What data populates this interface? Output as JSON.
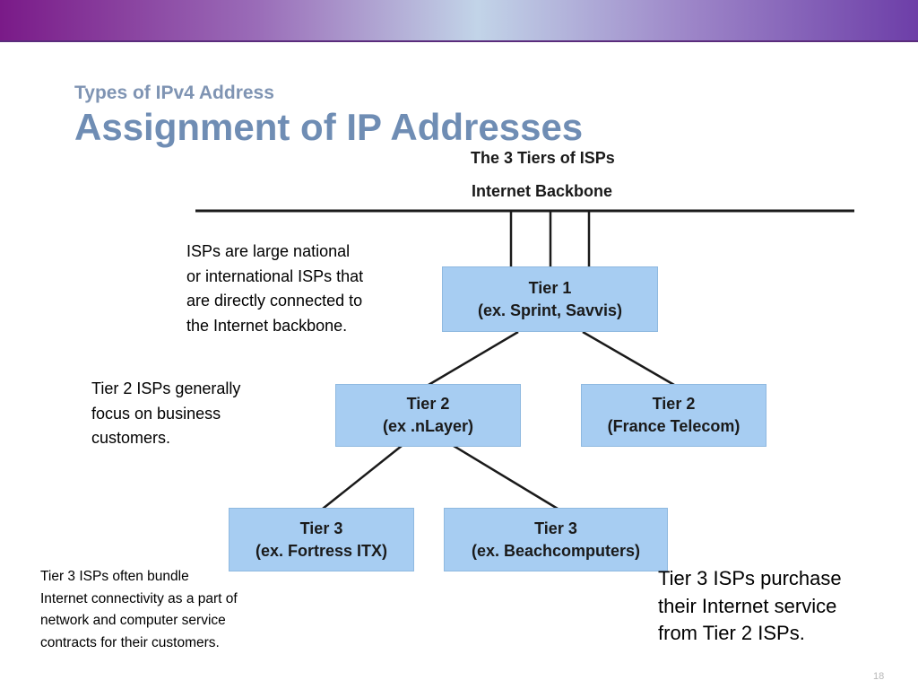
{
  "slide": {
    "subtitle": "Types of IPv4 Address",
    "title": "Assignment of IP Addresses",
    "page_number": "18"
  },
  "diagram": {
    "title": "The 3 Tiers of ISPs",
    "backbone_label": "Internet Backbone",
    "tier1": {
      "line1": "Tier 1",
      "line2": "(ex. Sprint, Savvis)"
    },
    "tier2_left": {
      "line1": "Tier 2",
      "line2": "(ex .nLayer)"
    },
    "tier2_right": {
      "line1": "Tier 2",
      "line2": "(France Telecom)"
    },
    "tier3_left": {
      "line1": "Tier 3",
      "line2": "(ex. Fortress ITX)"
    },
    "tier3_right": {
      "line1": "Tier 3",
      "line2": "(ex. Beachcomputers)"
    },
    "box_color": "#a7cdf2"
  },
  "notes": {
    "tier1": [
      "ISPs are large national",
      "or international ISPs that",
      "are directly connected to",
      "the Internet backbone."
    ],
    "tier2": [
      "Tier 2 ISPs generally",
      "focus on business",
      "customers."
    ],
    "tier3_bundle": [
      "Tier 3 ISPs often bundle",
      "Internet connectivity as a part of",
      "network and computer service",
      "contracts for their customers."
    ],
    "tier3_purchase": [
      "Tier 3 ISPs purchase",
      "their Internet service",
      "from Tier 2 ISPs."
    ]
  }
}
